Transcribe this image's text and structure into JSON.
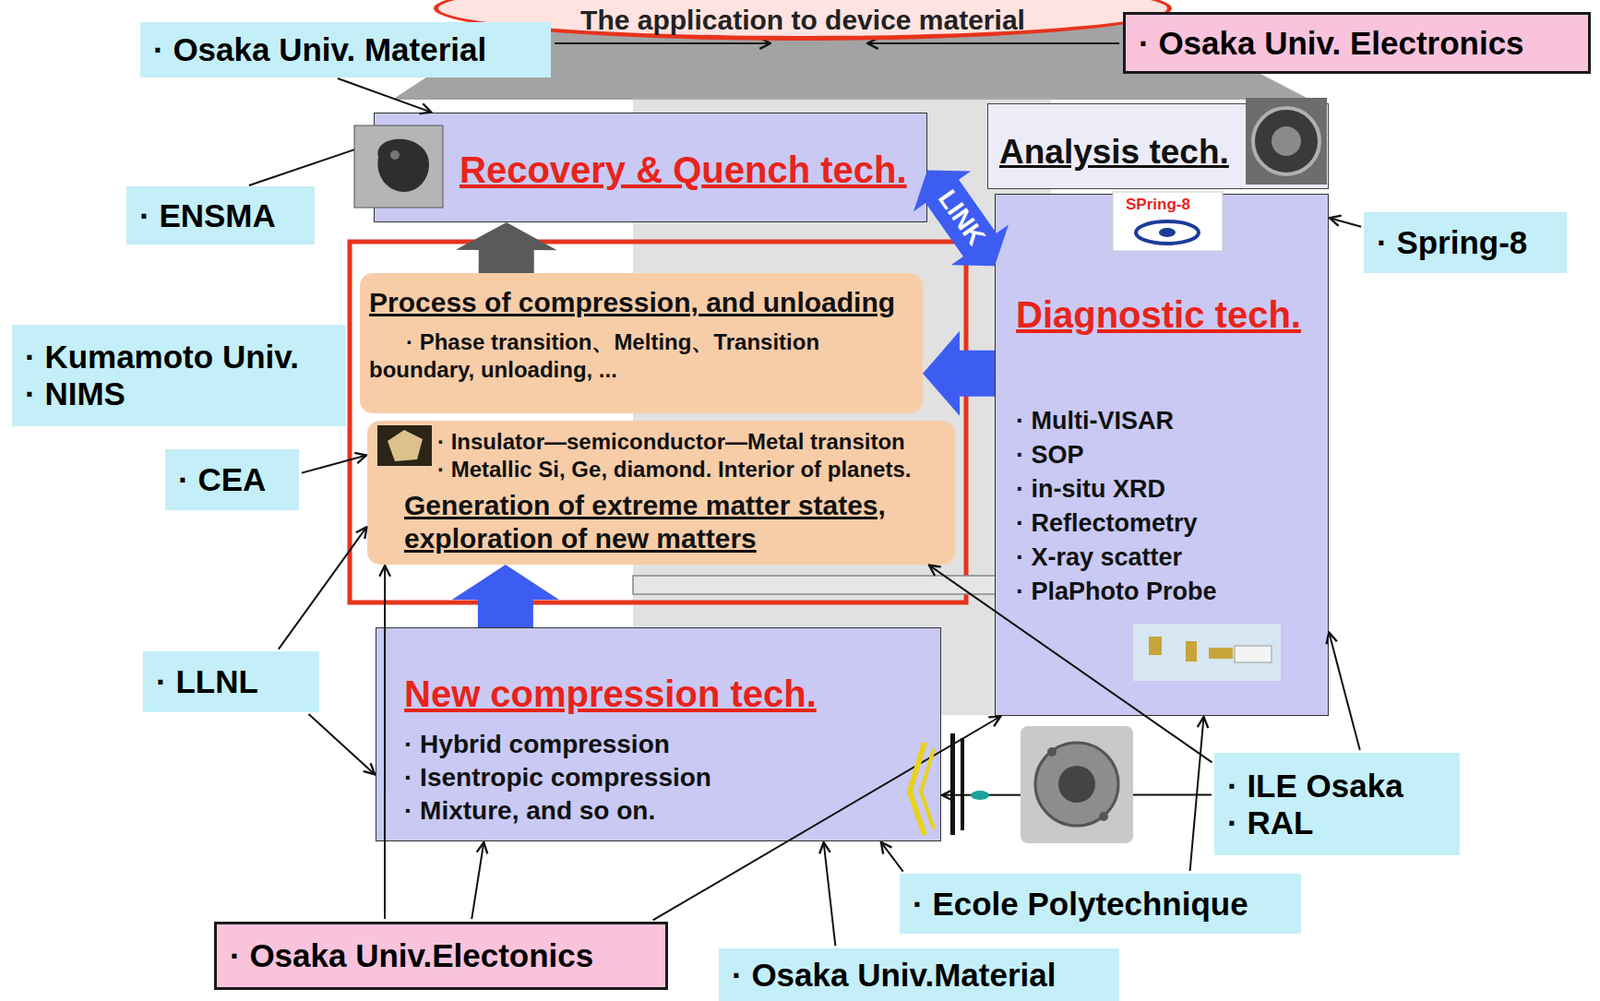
{
  "diagram": {
    "nodes": [
      {
        "text": [
          "The application to device material"
        ]
      },
      {
        "text": [
          "· Osaka Univ. Material"
        ]
      },
      {
        "text": [
          "· Osaka Univ. Electronics"
        ]
      },
      {
        "text": [
          "Recovery & Quench tech."
        ]
      },
      {
        "text": [
          "Analysis tech."
        ]
      },
      {
        "text": [
          "· ENSMA"
        ]
      },
      {
        "text": [
          "· Spring-8"
        ]
      },
      {
        "text": [
          "· Kumamoto Univ.",
          "· NIMS"
        ]
      },
      {
        "text": [
          "Process of compression, and unloading",
          "· Phase transition、Melting、Transition boundary, unloading, ..."
        ]
      },
      {
        "text": [
          "Diagnostic tech.",
          "· Multi-VISAR",
          "· SOP",
          "· in-situ XRD",
          "· Reflectometry",
          "· X-ray scatter",
          "· PlaPhoto Probe"
        ]
      },
      {
        "text": [
          "· CEA"
        ]
      },
      {
        "text": [
          "· Insulator—semiconductor—Metal transiton",
          "· Metallic Si, Ge, diamond. Interior of planets.",
          "Generation of extreme matter states, exploration of new matters"
        ]
      },
      {
        "text": [
          "· LLNL"
        ]
      },
      {
        "text": [
          "New compression tech.",
          "· Hybrid compression",
          "· Isentropic compression",
          "· Mixture, and so on."
        ]
      },
      {
        "text": [
          "· ILE Osaka",
          "· RAL"
        ]
      },
      {
        "text": [
          "· Ecole Polytechnique"
        ]
      },
      {
        "text": [
          "· Osaka Univ.Electonics"
        ]
      },
      {
        "text": [
          "· Osaka Univ.Material"
        ]
      }
    ],
    "edges": [
      {
        "from": 1,
        "to": 3,
        "arrow": "to"
      },
      {
        "from": 5,
        "to": 3,
        "arrow": "to"
      },
      {
        "from": 6,
        "to": 9,
        "arrow": "to"
      },
      {
        "from": 8,
        "to": 3,
        "arrow": "to"
      },
      {
        "from": 3,
        "to": 9,
        "label": "LINK",
        "arrow": "both"
      },
      {
        "from": 9,
        "to": 8,
        "arrow": "to"
      },
      {
        "from": 10,
        "to": 11,
        "arrow": "to"
      },
      {
        "from": 12,
        "to": 11,
        "arrow": "to"
      },
      {
        "from": 12,
        "to": 13,
        "arrow": "to"
      },
      {
        "from": 13,
        "to": 11,
        "arrow": "to"
      },
      {
        "from": 14,
        "to": 13,
        "arrow": "to"
      },
      {
        "from": 14,
        "to": 11,
        "arrow": "to"
      },
      {
        "from": 14,
        "to": 9,
        "arrow": "to"
      },
      {
        "from": 15,
        "to": 13,
        "arrow": "to"
      },
      {
        "from": 15,
        "to": 9,
        "arrow": "to"
      },
      {
        "from": 16,
        "to": 11,
        "arrow": "to"
      },
      {
        "from": 16,
        "to": 13,
        "arrow": "to"
      },
      {
        "from": 16,
        "to": 9,
        "arrow": "to"
      },
      {
        "from": 17,
        "to": 13,
        "arrow": "to"
      }
    ],
    "labels": [
      "SPring-8"
    ]
  }
}
